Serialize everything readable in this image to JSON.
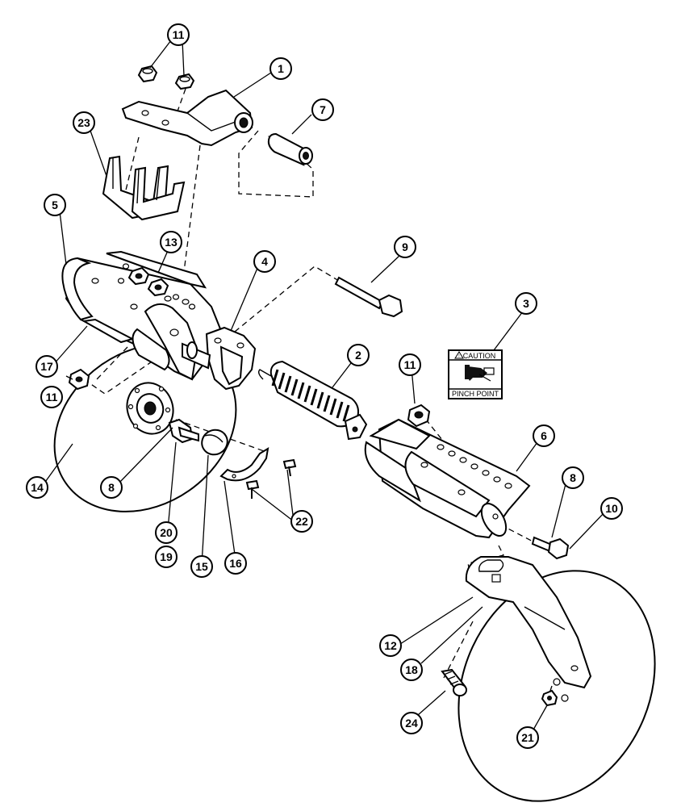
{
  "diagram": {
    "callouts": [
      {
        "id": "c1",
        "label": "1"
      },
      {
        "id": "c2",
        "label": "2"
      },
      {
        "id": "c3",
        "label": "3"
      },
      {
        "id": "c4",
        "label": "4"
      },
      {
        "id": "c5",
        "label": "5"
      },
      {
        "id": "c6",
        "label": "6"
      },
      {
        "id": "c7",
        "label": "7"
      },
      {
        "id": "c8a",
        "label": "8"
      },
      {
        "id": "c8b",
        "label": "8"
      },
      {
        "id": "c9",
        "label": "9"
      },
      {
        "id": "c10",
        "label": "10"
      },
      {
        "id": "c11a",
        "label": "11"
      },
      {
        "id": "c11b",
        "label": "11"
      },
      {
        "id": "c11c",
        "label": "11"
      },
      {
        "id": "c12",
        "label": "12"
      },
      {
        "id": "c13",
        "label": "13"
      },
      {
        "id": "c14",
        "label": "14"
      },
      {
        "id": "c15",
        "label": "15"
      },
      {
        "id": "c16",
        "label": "16"
      },
      {
        "id": "c17",
        "label": "17"
      },
      {
        "id": "c18",
        "label": "18"
      },
      {
        "id": "c19",
        "label": "19"
      },
      {
        "id": "c20",
        "label": "20"
      },
      {
        "id": "c21",
        "label": "21"
      },
      {
        "id": "c22",
        "label": "22"
      },
      {
        "id": "c23",
        "label": "23"
      },
      {
        "id": "c24",
        "label": "24"
      }
    ],
    "decal": {
      "header": "CAUTION",
      "footer": "PINCH POINT",
      "icon": "hand-pinch-icon"
    }
  }
}
